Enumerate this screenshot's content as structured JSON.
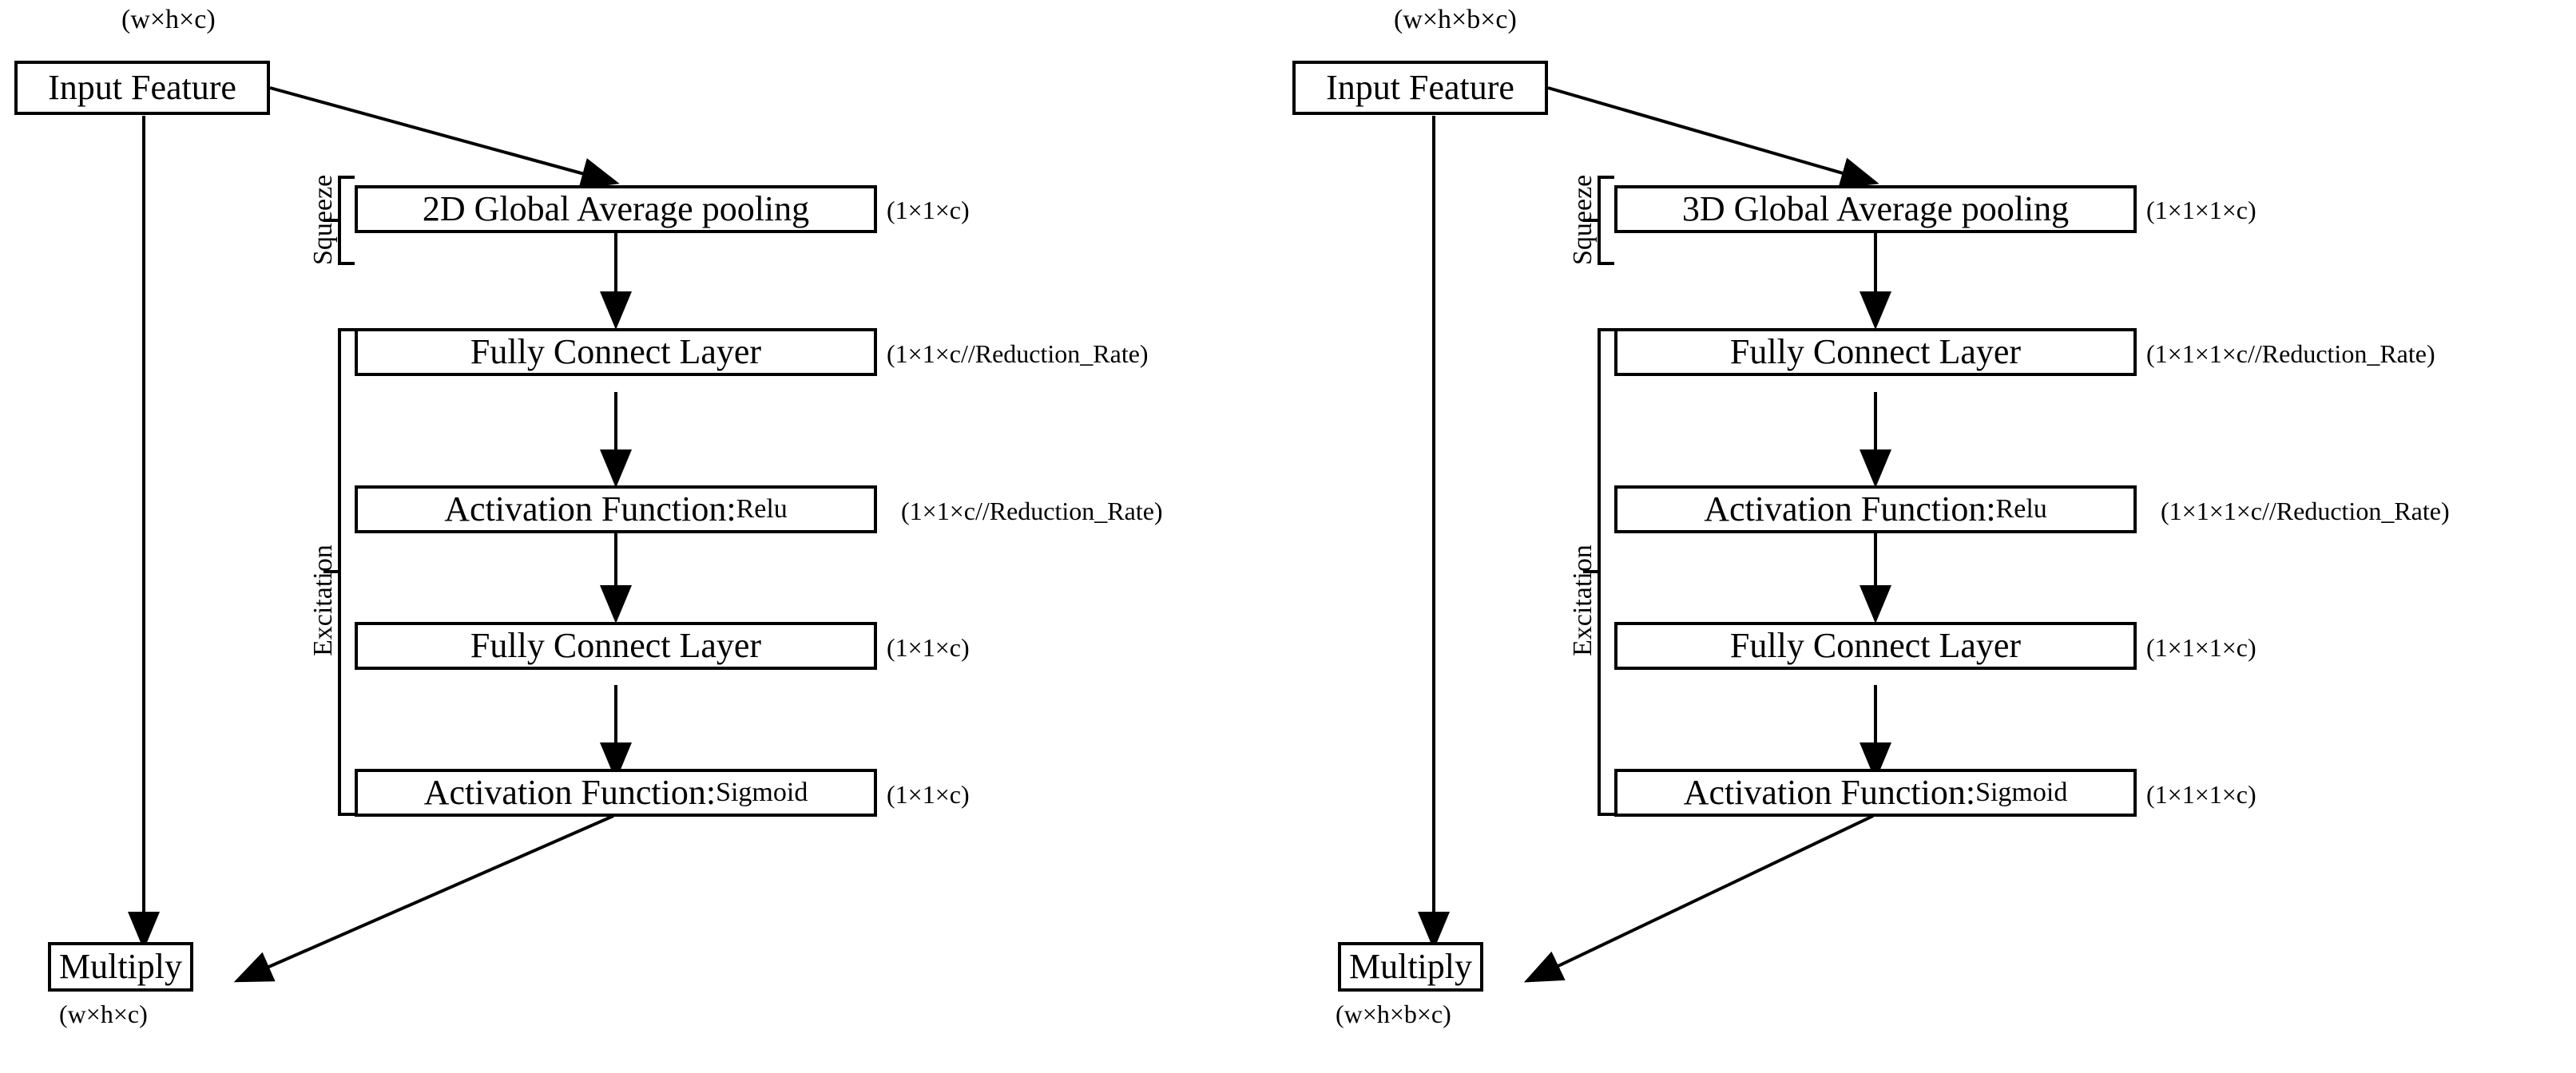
{
  "diagrams": [
    {
      "id": "se-2d",
      "input": {
        "label": "Input Feature",
        "dim": "(w×h×c)"
      },
      "groups": {
        "squeeze": "Squeeze",
        "excitation": "Excitation"
      },
      "blocks": [
        {
          "label": "2D Global Average pooling",
          "tail": "",
          "dim": "(1×1×c)"
        },
        {
          "label": "Fully Connect Layer",
          "tail": "",
          "dim": "(1×1×c//Reduction_Rate)"
        },
        {
          "label": "Activation Function: ",
          "tail": "Relu",
          "dim": "(1×1×c//Reduction_Rate)"
        },
        {
          "label": "Fully Connect Layer",
          "tail": "",
          "dim": "(1×1×c)"
        },
        {
          "label": "Activation Function: ",
          "tail": "Sigmoid",
          "dim": "(1×1×c)"
        }
      ],
      "output": {
        "label": "Multiply",
        "dim": "(w×h×c)"
      }
    },
    {
      "id": "se-3d",
      "input": {
        "label": "Input Feature",
        "dim": "(w×h×b×c)"
      },
      "groups": {
        "squeeze": "Squeeze",
        "excitation": "Excitation"
      },
      "blocks": [
        {
          "label": "3D Global Average pooling",
          "tail": "",
          "dim": "(1×1×1×c)"
        },
        {
          "label": "Fully Connect Layer",
          "tail": "",
          "dim": "(1×1×1×c//Reduction_Rate)"
        },
        {
          "label": "Activation Function: ",
          "tail": "Relu",
          "dim": "(1×1×1×c//Reduction_Rate)"
        },
        {
          "label": "Fully Connect Layer",
          "tail": "",
          "dim": "(1×1×1×c)"
        },
        {
          "label": "Activation Function: ",
          "tail": "Sigmoid",
          "dim": "(1×1×1×c)"
        }
      ],
      "output": {
        "label": "Multiply",
        "dim": "(w×h×b×c)"
      }
    }
  ],
  "colors": {
    "stroke": "#000000",
    "fill": "#ffffff"
  }
}
